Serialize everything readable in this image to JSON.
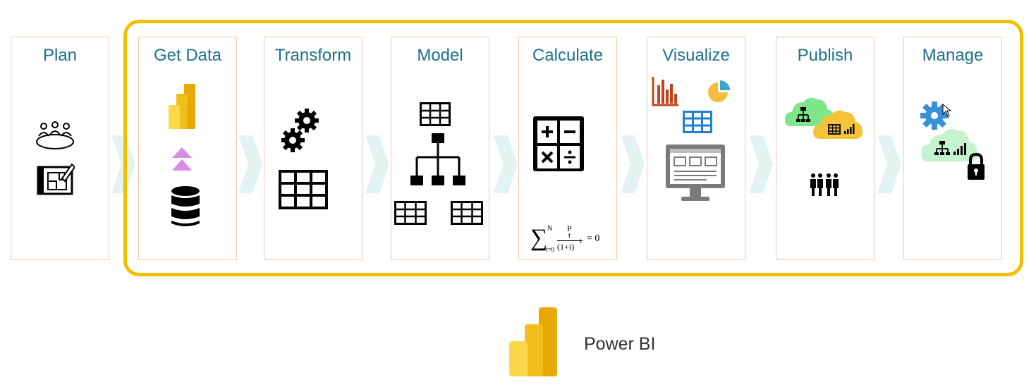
{
  "steps": [
    {
      "title": "Plan"
    },
    {
      "title": "Get Data"
    },
    {
      "title": "Transform"
    },
    {
      "title": "Model"
    },
    {
      "title": "Calculate"
    },
    {
      "title": "Visualize"
    },
    {
      "title": "Publish"
    },
    {
      "title": "Manage"
    }
  ],
  "formula": {
    "sum": "∑",
    "upper": "N",
    "lower": "t=0",
    "numerator": "P",
    "numerator_sub": "t",
    "denominator": "(1+i)",
    "denominator_sup": "t",
    "result": "= 0"
  },
  "brand": {
    "name": "Power BI"
  },
  "colors": {
    "highlight_frame": "#F2BE00",
    "title_text": "#1F6F8B",
    "step_border": "#F4C7AE",
    "chevron": "#E3F3F2",
    "arrow_up": "#D98CE3",
    "cloud_green": "#7DE58A",
    "cloud_yellow": "#F6C338",
    "chart_orange": "#C0431B",
    "table_blue": "#1F7FD3",
    "gear_blue": "#3A8FD9"
  }
}
